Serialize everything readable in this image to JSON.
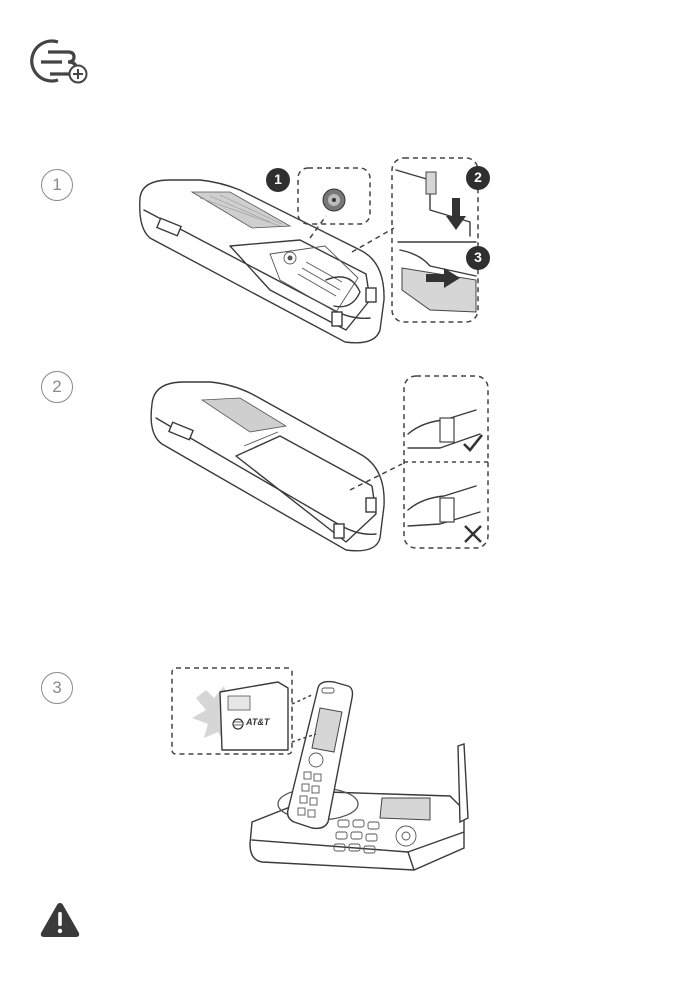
{
  "steps": [
    {
      "number": "1",
      "callouts": [
        "1",
        "2",
        "3"
      ]
    },
    {
      "number": "2"
    },
    {
      "number": "3",
      "brand_label": "AT&T"
    }
  ],
  "icons": {
    "battery": "battery-plus-icon",
    "check": "check-icon",
    "cross": "cross-icon",
    "warning": "warning-icon"
  },
  "colors": {
    "line": "#3a3a3a",
    "step_number": "#8a8a8a",
    "callout_badge": "#2f2f2f",
    "warning": "#3a3a3a"
  }
}
